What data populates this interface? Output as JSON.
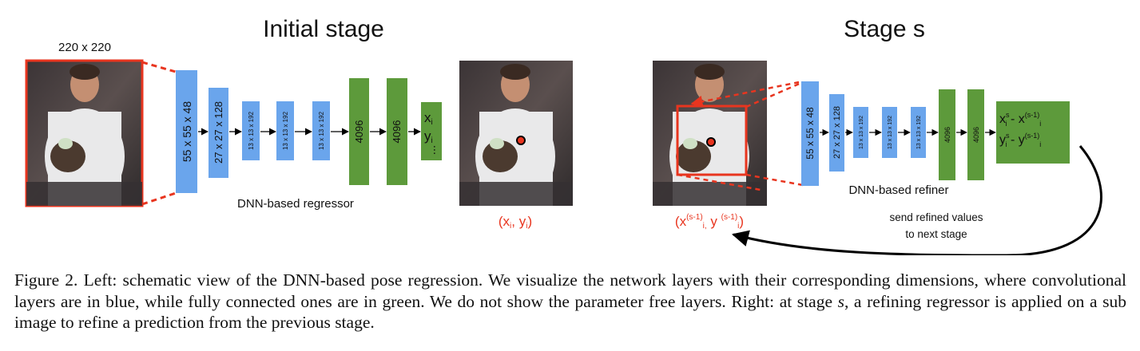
{
  "figure": {
    "left": {
      "title": "Initial stage",
      "input_size": "220 x 220",
      "layers": [
        "55 x 55 x 48",
        "27 x 27 x 128",
        "13 x 13 x 192",
        "13 x 13 x 192",
        "13 x 13 x 192",
        "4096",
        "4096"
      ],
      "output_x": "x",
      "output_y": "y",
      "output_sub": "i",
      "output_dots": "...",
      "regressor_label": "DNN-based regressor",
      "pred_open": "(x",
      "pred_sub": "i",
      "pred_mid": ", y",
      "pred_sub2": "i",
      "pred_close": ")"
    },
    "right": {
      "title": "Stage s",
      "layers": [
        "55 x 55 x 48",
        "27 x 27 x 128",
        "13 x 13 x 192",
        "13 x 13 x 192",
        "13 x 13 x 192",
        "4096",
        "4096"
      ],
      "out_line1": {
        "a": "x",
        "a_sup": "s",
        "a_sub": "i",
        "sep": " - ",
        "b": "x",
        "b_sup": "(s-1)",
        "b_sub": "i"
      },
      "out_line2": {
        "a": "y",
        "a_sup": "s",
        "a_sub": "i",
        "sep": " - ",
        "b": "y",
        "b_sup": "(s-1)",
        "b_sub": "i"
      },
      "refiner_label": "DNN-based refiner",
      "pred_open": "(x",
      "pred_sup1": "(s-1)",
      "pred_sub1": "i,",
      "pred_mid": " y ",
      "pred_sup2": "(s-1)",
      "pred_sub2": "i",
      "pred_close": ")",
      "send_line1": "send refined values",
      "send_line2": "to next stage"
    }
  },
  "caption": {
    "part1": "Figure 2.  Left: schematic view of the DNN-based pose regression. We visualize the network layers with their corresponding dimensions, where convolutional layers are in blue, while fully connected ones are in green. We do not show the parameter free layers. Right: at stage ",
    "math": "s",
    "part2": ", a refining regressor is applied on a sub image to refine a prediction from the previous stage."
  },
  "colors": {
    "conv_blue": "#6aa5ec",
    "fc_green": "#5d9a3b",
    "annotation_red": "#e8351f",
    "arrow_black": "#000000"
  }
}
